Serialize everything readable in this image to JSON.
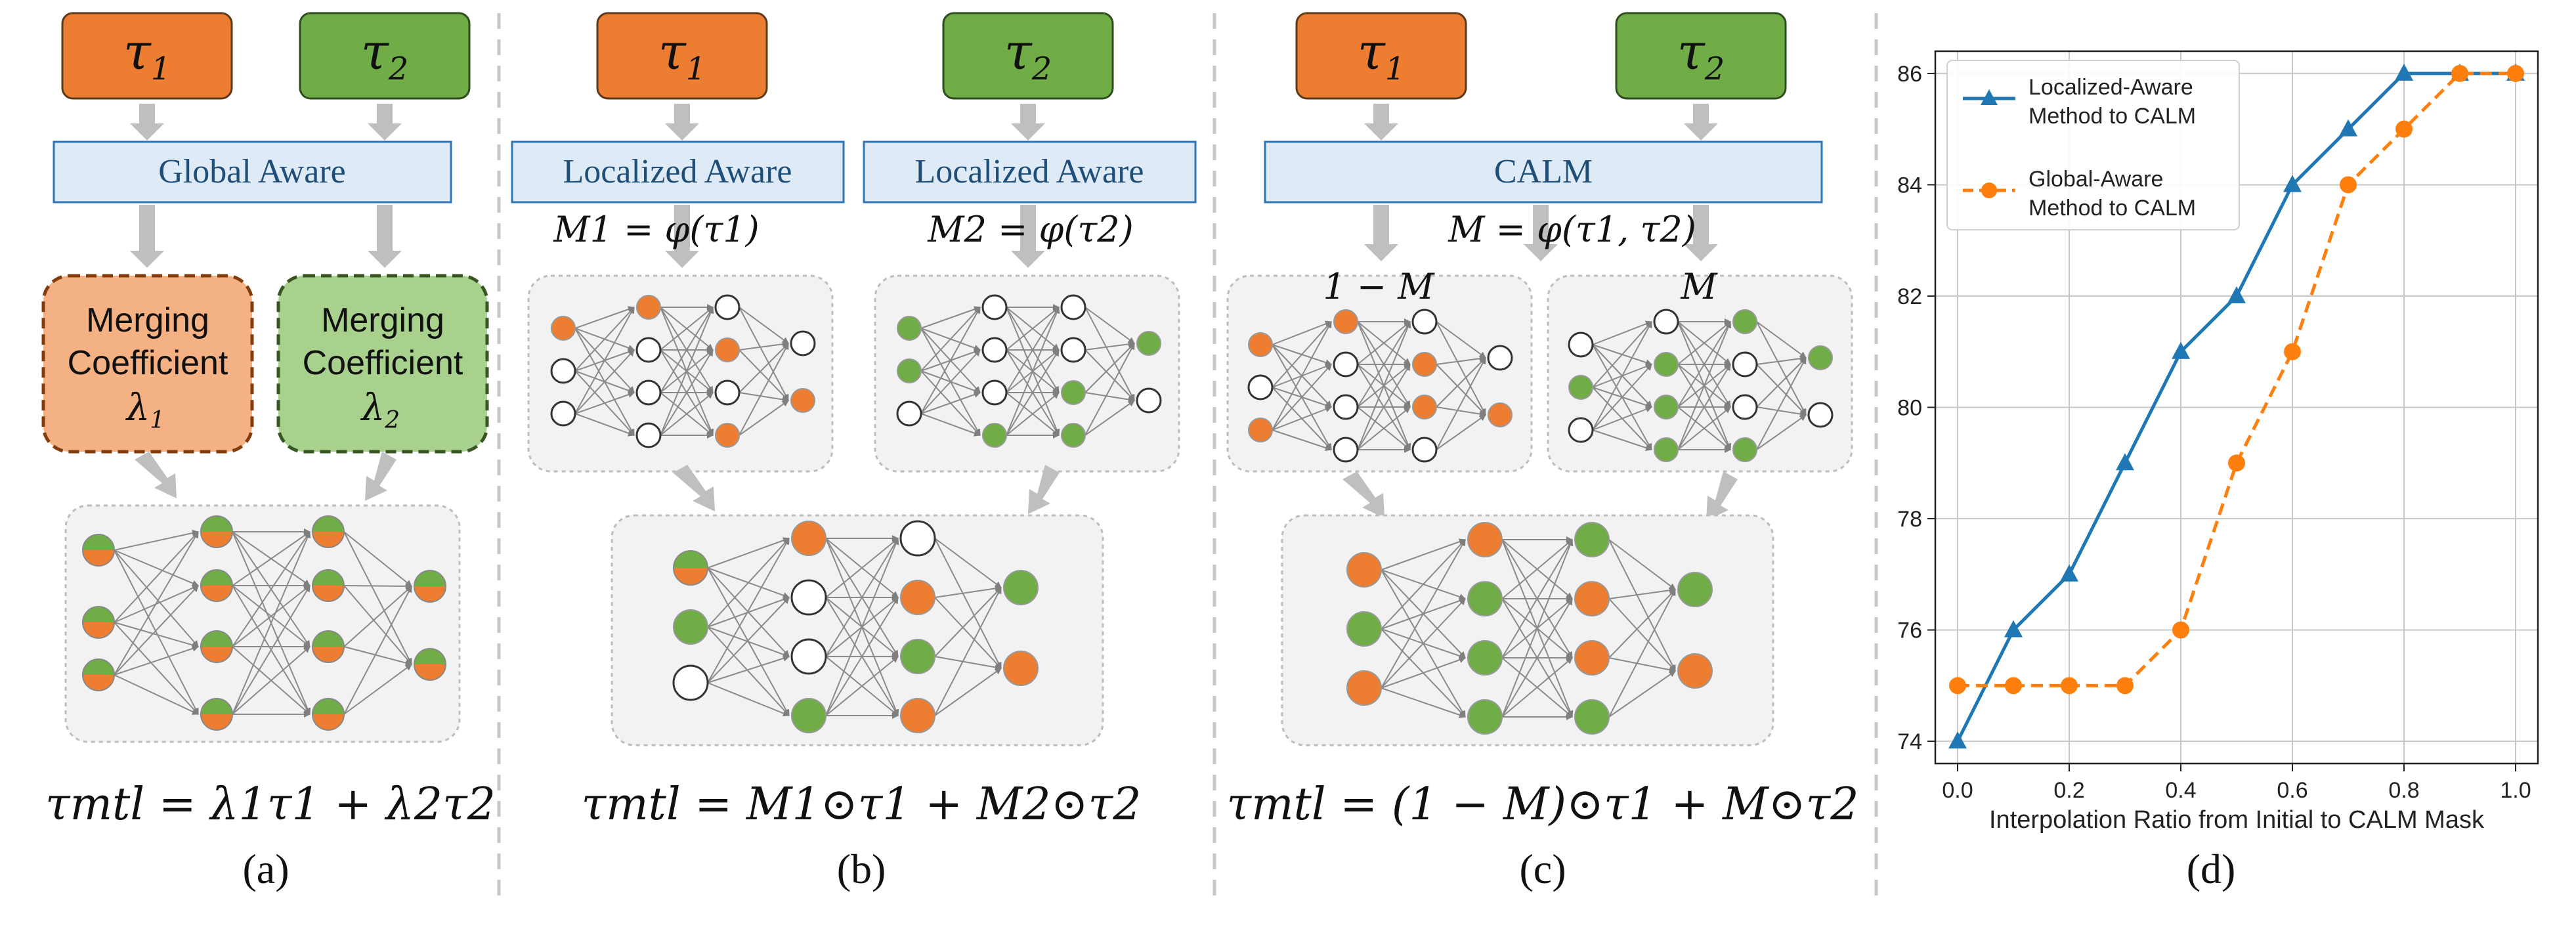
{
  "panels": {
    "a": {
      "label": "(a)",
      "task1": "τ",
      "task1_sub": "1",
      "task2": "τ",
      "task2_sub": "2",
      "module": "Global Aware",
      "coef1_lines": [
        "Merging",
        "Coefficient",
        "λ"
      ],
      "coef1_sub": "1",
      "coef2_lines": [
        "Merging",
        "Coefficient",
        "λ"
      ],
      "coef2_sub": "2",
      "formula": "τmtl = λ1τ1 + λ2τ2"
    },
    "b": {
      "label": "(b)",
      "task1": "τ",
      "task1_sub": "1",
      "task2": "τ",
      "task2_sub": "2",
      "module1": "Localized Aware",
      "module2": "Localized Aware",
      "mask1": "M1 = φ(τ1)",
      "mask2": "M2 = φ(τ2)",
      "formula": "τmtl = M1⊙τ1 + M2⊙τ2"
    },
    "c": {
      "label": "(c)",
      "task1": "τ",
      "task1_sub": "1",
      "task2": "τ",
      "task2_sub": "2",
      "module": "CALM",
      "mask": "M = φ(τ1, τ2)",
      "left_mask": "1 − M",
      "right_mask": "M",
      "formula": "τmtl = (1 − M)⊙τ1 + M⊙τ2"
    },
    "d": {
      "label": "(d)"
    }
  },
  "colors": {
    "orange": "#ed7d31",
    "green": "#70ad47",
    "blue_module_fill": "#deebf7",
    "blue_module_stroke": "#2e75b6",
    "line_blue": "#1f77b4",
    "line_orange": "#ff7f0e",
    "panel_bg": "#f2f2f2"
  },
  "chart_data": {
    "type": "line",
    "xlabel": "Interpolation Ratio from Initial to CALM Mask",
    "ylabel": "",
    "xlim": [
      -0.04,
      1.04
    ],
    "ylim": [
      73.6,
      86.4
    ],
    "xticks": [
      0.0,
      0.2,
      0.4,
      0.6,
      0.8,
      1.0
    ],
    "xtick_labels": [
      "0.0",
      "0.2",
      "0.4",
      "0.6",
      "0.8",
      "1.0"
    ],
    "yticks": [
      74,
      76,
      78,
      80,
      82,
      84,
      86
    ],
    "ytick_labels": [
      "74",
      "76",
      "78",
      "80",
      "82",
      "84",
      "86"
    ],
    "grid": true,
    "legend_position": "top-left",
    "x": [
      0.0,
      0.1,
      0.2,
      0.3,
      0.4,
      0.5,
      0.6,
      0.7,
      0.8,
      0.9,
      1.0
    ],
    "series": [
      {
        "name": "Localized-Aware Method to CALM",
        "legend_lines": [
          "Localized-Aware",
          "Method to CALM"
        ],
        "marker": "triangle",
        "style": "solid",
        "color": "#1f77b4",
        "values": [
          74,
          76,
          77,
          79,
          81,
          82,
          84,
          85,
          86,
          86,
          86
        ]
      },
      {
        "name": "Global-Aware Method to CALM",
        "legend_lines": [
          "Global-Aware",
          "Method to CALM"
        ],
        "marker": "circle",
        "style": "dashed",
        "color": "#ff7f0e",
        "values": [
          75,
          75,
          75,
          75,
          76,
          79,
          81,
          84,
          85,
          86,
          86
        ]
      }
    ]
  }
}
